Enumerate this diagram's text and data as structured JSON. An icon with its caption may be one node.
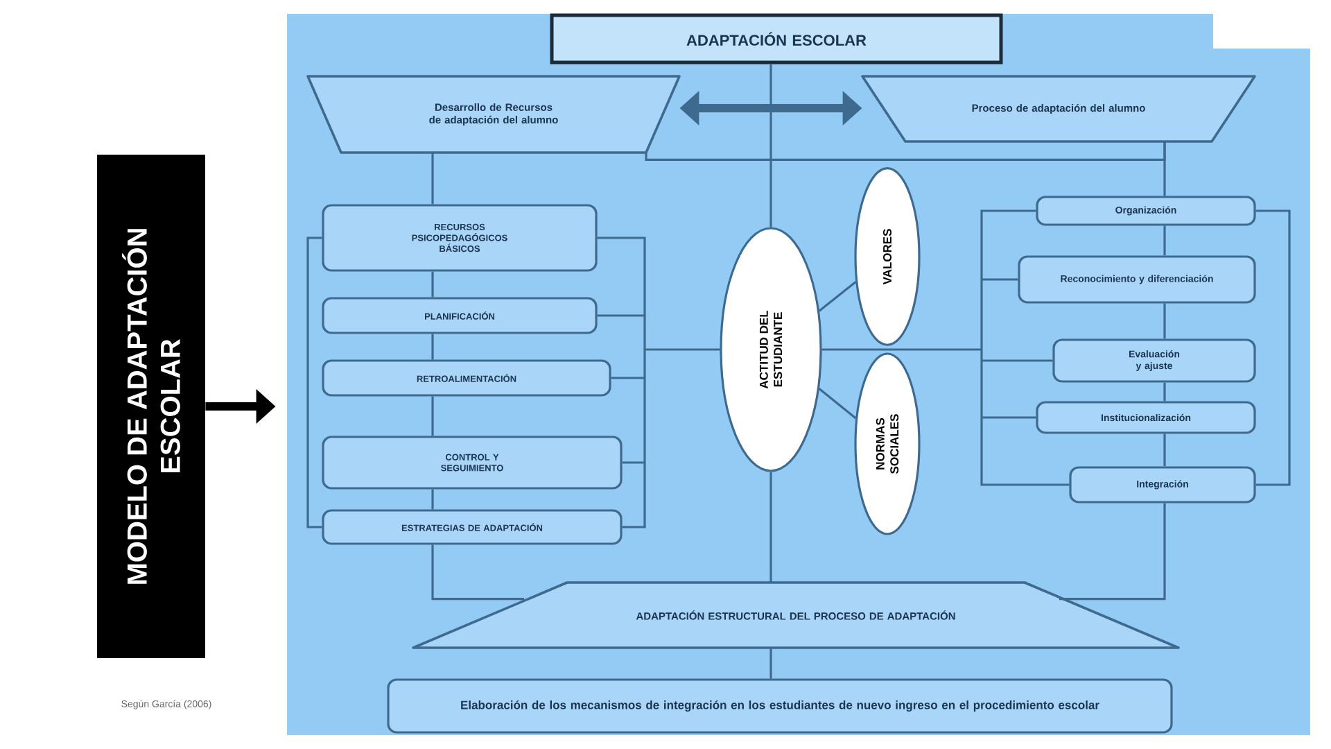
{
  "diagram": {
    "nodes": [
      {
        "text": [
          "MODELO DE ADAPTACIÓN ESCOLAR"
        ]
      },
      {
        "text": [],
        "shape": "box"
      },
      {
        "text": [
          "ADAPTACIÓN ESCOLAR"
        ],
        "in": 1
      },
      {
        "text": [
          "Desarrollo de Recursos de adaptación del alumno"
        ],
        "in": 1
      },
      {
        "text": [
          "Proceso de adaptación del alumno"
        ],
        "in": 1
      },
      {
        "text": [
          "RECURSOS PSICOPEDAGÓGICOS BÁSICOS"
        ],
        "in": 1
      },
      {
        "text": [
          "PLANIFICACIÓN"
        ],
        "in": 1
      },
      {
        "text": [
          "RETROALIMENTACIÓN"
        ],
        "in": 1
      },
      {
        "text": [
          "CONTROL Y SEGUIMIENTO"
        ],
        "in": 1
      },
      {
        "text": [
          "ESTRATEGIAS DE ADAPTACIÓN"
        ],
        "in": 1
      },
      {
        "text": [
          "ACTITUD DEL ESTUDIANTE"
        ],
        "in": 1
      },
      {
        "text": [
          "VALORES"
        ],
        "in": 1
      },
      {
        "text": [
          "NORMAS SOCIALES"
        ],
        "in": 1
      },
      {
        "text": [
          "Organización"
        ],
        "in": 1
      },
      {
        "text": [
          "Reconocimiento y diferenciación"
        ],
        "in": 1
      },
      {
        "text": [
          "Evaluación y ajuste"
        ],
        "in": 1
      },
      {
        "text": [
          "Institucionalización"
        ],
        "in": 1
      },
      {
        "text": [
          "Integración"
        ],
        "in": 1
      },
      {
        "text": [
          "ADAPTACIÓN ESTRUCTURAL DEL PROCESO DE ADAPTACIÓN"
        ],
        "in": 1
      },
      {
        "text": [
          "Elaboración de los mecanismos de integración en los estudiantes de nuevo ingreso en el procedimiento escolar"
        ],
        "in": 1
      }
    ],
    "edges": [
      {
        "from": 0,
        "to": 1,
        "arrow": "to",
        "style": "thick",
        "color": "#000000"
      },
      {
        "from": 2,
        "to": 10,
        "arrow": "none"
      },
      {
        "from": 3,
        "to": 4,
        "arrow": "both",
        "style": "thick"
      },
      {
        "from": 3,
        "to": 4,
        "arrow": "none"
      },
      {
        "from": 3,
        "to": 5,
        "arrow": "none"
      },
      {
        "from": 5,
        "to": 6,
        "arrow": "none"
      },
      {
        "from": 6,
        "to": 7,
        "arrow": "none"
      },
      {
        "from": 7,
        "to": 8,
        "arrow": "none"
      },
      {
        "from": 8,
        "to": 9,
        "arrow": "none"
      },
      {
        "from": 5,
        "to": 9,
        "arrow": "none"
      },
      {
        "from": 5,
        "to": 10,
        "arrow": "none"
      },
      {
        "from": 6,
        "to": 10,
        "arrow": "none"
      },
      {
        "from": 7,
        "to": 10,
        "arrow": "none"
      },
      {
        "from": 8,
        "to": 10,
        "arrow": "none"
      },
      {
        "from": 9,
        "to": 10,
        "arrow": "none"
      },
      {
        "from": 10,
        "to": 11,
        "arrow": "none"
      },
      {
        "from": 10,
        "to": 12,
        "arrow": "none"
      },
      {
        "from": 10,
        "to": 13,
        "arrow": "none"
      },
      {
        "from": 10,
        "to": 14,
        "arrow": "none"
      },
      {
        "from": 10,
        "to": 15,
        "arrow": "none"
      },
      {
        "from": 10,
        "to": 16,
        "arrow": "none"
      },
      {
        "from": 10,
        "to": 17,
        "arrow": "none"
      },
      {
        "from": 4,
        "to": 13,
        "arrow": "none"
      },
      {
        "from": 13,
        "to": 14,
        "arrow": "none"
      },
      {
        "from": 14,
        "to": 15,
        "arrow": "none"
      },
      {
        "from": 15,
        "to": 16,
        "arrow": "none"
      },
      {
        "from": 16,
        "to": 17,
        "arrow": "none"
      },
      {
        "from": 13,
        "to": 17,
        "arrow": "none"
      },
      {
        "from": 9,
        "to": 18,
        "arrow": "none"
      },
      {
        "from": 10,
        "to": 18,
        "arrow": "none"
      },
      {
        "from": 17,
        "to": 18,
        "arrow": "none"
      },
      {
        "from": 18,
        "to": 19,
        "arrow": "none"
      }
    ],
    "labels": [
      "Según García (2006)"
    ]
  }
}
